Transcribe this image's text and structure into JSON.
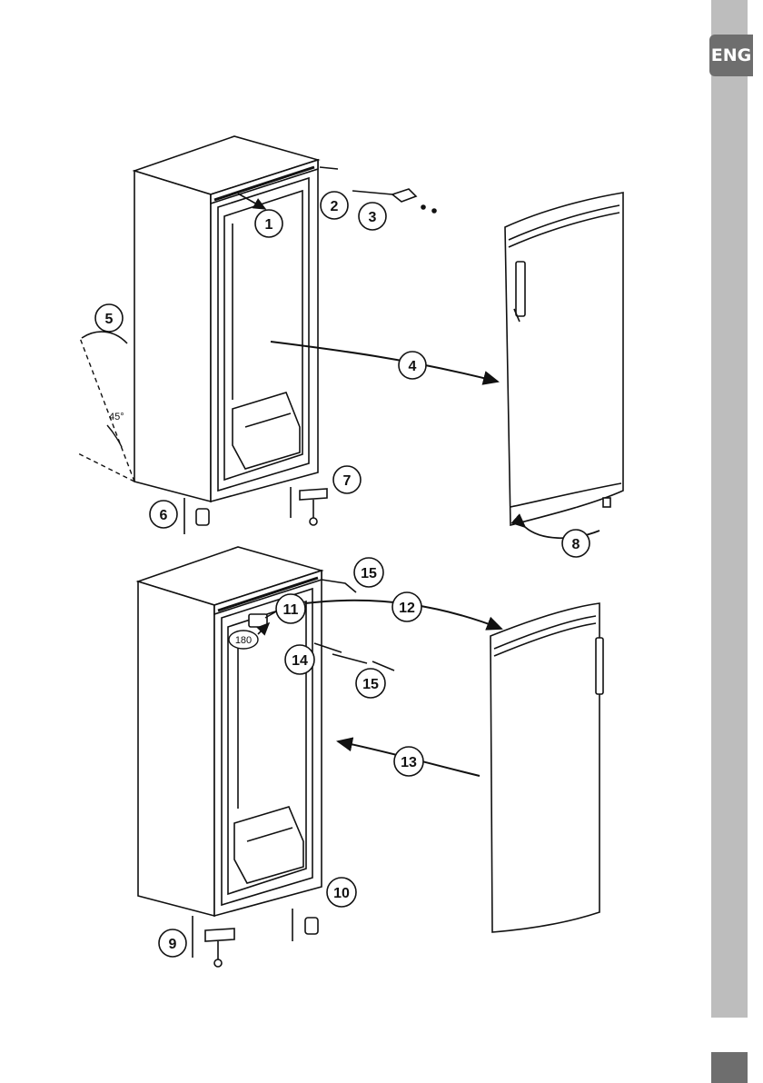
{
  "language_tab": "ENG",
  "angle_label": "45°",
  "rotation_label": "180",
  "callouts": [
    "1",
    "2",
    "3",
    "4",
    "5",
    "6",
    "7",
    "8",
    "9",
    "10",
    "11",
    "12",
    "13",
    "14",
    "15",
    "15"
  ],
  "colors": {
    "sidebar": "#bdbdbd",
    "tab": "#6e6e6e",
    "line": "#111111"
  }
}
